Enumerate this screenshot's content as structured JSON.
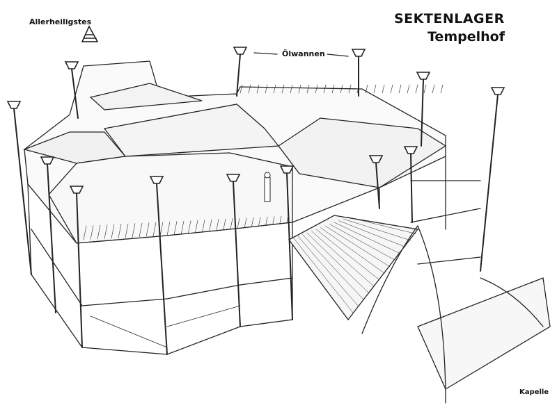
{
  "title": "SEKTENLAGER",
  "subtitle": "Tempelhof",
  "labels": {
    "sanctum": "Allerheiligstes",
    "oil_pans": "Ölwannen",
    "chapel": "Kapelle"
  }
}
